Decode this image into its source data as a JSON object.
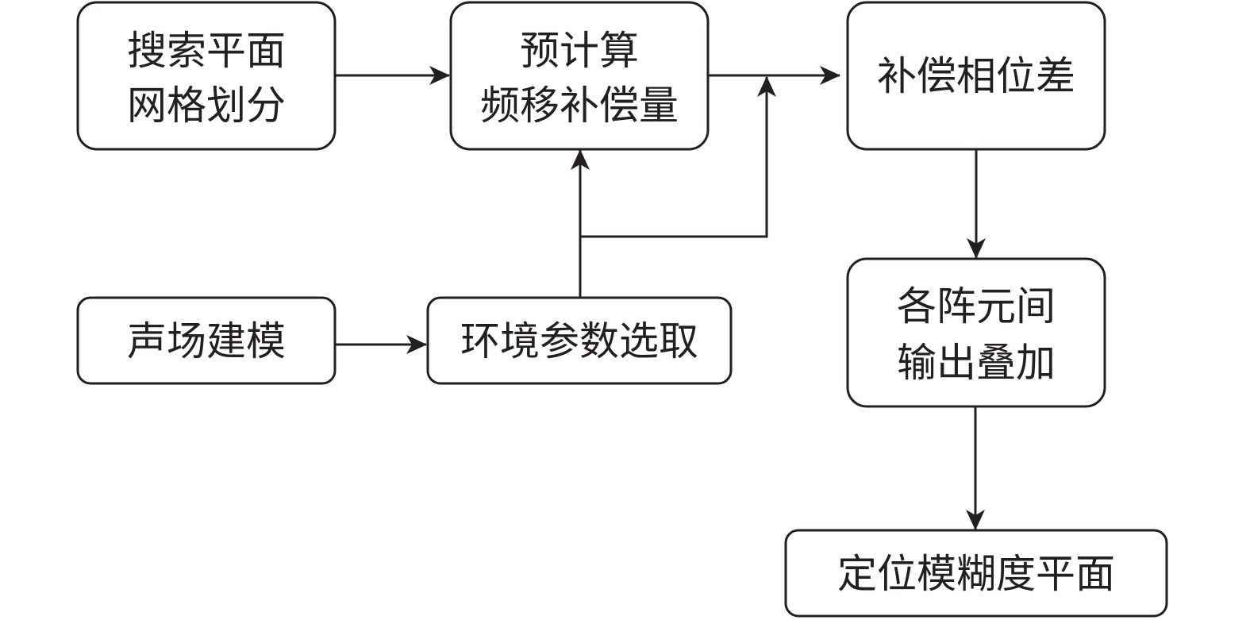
{
  "diagram": {
    "nodes": {
      "search_grid": {
        "lines": [
          "搜索平面",
          "网格划分"
        ]
      },
      "precompute": {
        "lines": [
          "预计算",
          "频移补偿量"
        ]
      },
      "compensate": {
        "lines": [
          "补偿相位差"
        ]
      },
      "acoustic_model": {
        "lines": [
          "声场建模"
        ]
      },
      "env_params": {
        "lines": [
          "环境参数选取"
        ]
      },
      "array_sum": {
        "lines": [
          "各阵元间",
          "输出叠加"
        ]
      },
      "ambiguity_plane": {
        "lines": [
          "定位模糊度平面"
        ]
      }
    },
    "colors": {
      "stroke": "#231f20",
      "background": "#ffffff"
    }
  }
}
